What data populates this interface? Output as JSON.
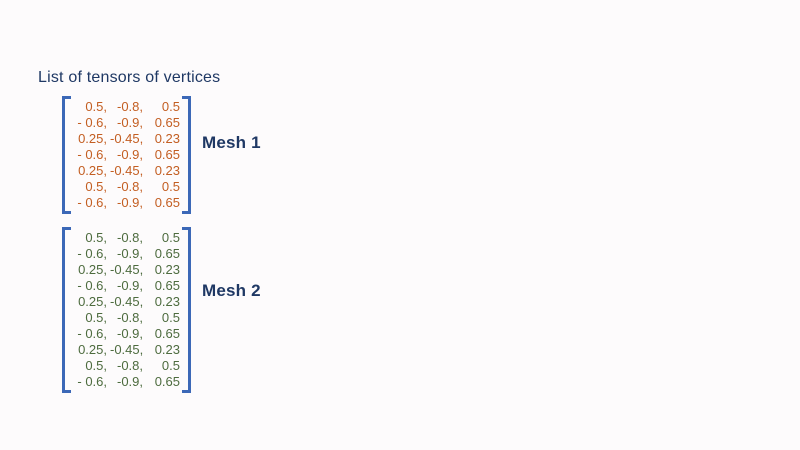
{
  "title": "List of tensors of vertices",
  "colors": {
    "title_text": "#1F3864",
    "label_text": "#1F3864",
    "bracket": "#3C68B7",
    "page_bg": "#FDFBFC",
    "mesh1_values": "#C35E22",
    "mesh2_values": "#4D6B3E"
  },
  "meshes": [
    {
      "label": "Mesh 1",
      "value_color_key": "mesh1_values",
      "rows": [
        [
          "0.5,",
          "-0.8,",
          "0.5"
        ],
        [
          "- 0.6,",
          "-0.9,",
          "0.65"
        ],
        [
          "0.25,",
          "-0.45,",
          "0.23"
        ],
        [
          "- 0.6,",
          "-0.9,",
          "0.65"
        ],
        [
          "0.25,",
          "-0.45,",
          "0.23"
        ],
        [
          "0.5,",
          "-0.8,",
          "0.5"
        ],
        [
          "- 0.6,",
          "-0.9,",
          "0.65"
        ]
      ]
    },
    {
      "label": "Mesh 2",
      "value_color_key": "mesh2_values",
      "rows": [
        [
          "0.5,",
          "-0.8,",
          "0.5"
        ],
        [
          "- 0.6,",
          "-0.9,",
          "0.65"
        ],
        [
          "0.25,",
          "-0.45,",
          "0.23"
        ],
        [
          "- 0.6,",
          "-0.9,",
          "0.65"
        ],
        [
          "0.25,",
          "-0.45,",
          "0.23"
        ],
        [
          "0.5,",
          "-0.8,",
          "0.5"
        ],
        [
          "- 0.6,",
          "-0.9,",
          "0.65"
        ],
        [
          "0.25,",
          "-0.45,",
          "0.23"
        ],
        [
          "0.5,",
          "-0.8,",
          "0.5"
        ],
        [
          "- 0.6,",
          "-0.9,",
          "0.65"
        ]
      ]
    }
  ]
}
